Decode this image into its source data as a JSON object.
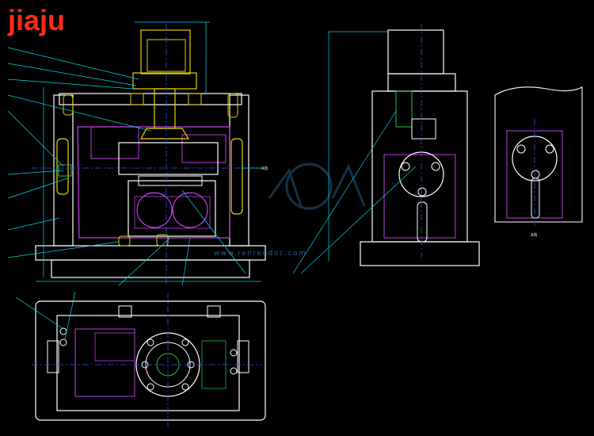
{
  "title": "jiaju",
  "views": {
    "front_view_arrow_label": "A向",
    "side_detail_label": "A向"
  },
  "watermark": {
    "url_text": "www.renrendoc.com"
  },
  "colors": {
    "title": "#ff2a1a",
    "structure": "#ffffff",
    "dimension": "#00d8e8",
    "part": "#c040e0",
    "highlight": "#e6d200",
    "centerline": "#3050ff",
    "hatch": "#20c040"
  }
}
